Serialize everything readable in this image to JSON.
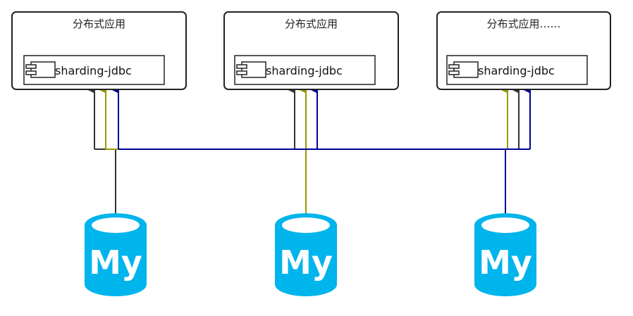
{
  "apps": [
    {
      "title": "分布式应用",
      "component": "sharding-jdbc"
    },
    {
      "title": "分布式应用",
      "component": "sharding-jdbc"
    },
    {
      "title": "分布式应用……",
      "component": "sharding-jdbc"
    }
  ],
  "databases": [
    {
      "label": "My",
      "icon": "mysql-database-icon"
    },
    {
      "label": "My",
      "icon": "mysql-database-icon"
    },
    {
      "label": "My",
      "icon": "mysql-database-icon"
    }
  ],
  "colors": {
    "db_fill": "#00b4ec",
    "db_top": "#33c8f5",
    "line_black": "#333333",
    "line_olive": "#999900",
    "line_blue": "#000099",
    "box_border": "#222222",
    "component_icon": "component-icon"
  }
}
